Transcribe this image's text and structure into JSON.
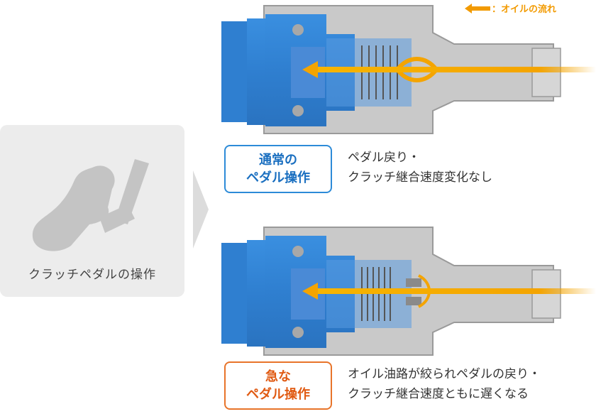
{
  "legend": {
    "label": "：オイルの流れ"
  },
  "left_panel": {
    "label": "クラッチペダルの操作"
  },
  "rows": [
    {
      "badge_line1": "通常の",
      "badge_line2": "ペダル操作",
      "desc_line1": "ペダル戻り・",
      "desc_line2": "クラッチ継合速度変化なし"
    },
    {
      "badge_line1": "急な",
      "badge_line2": "ペダル操作",
      "desc_line1": "オイル油路が絞られペダルの戻り・",
      "desc_line2": "クラッチ継合速度ともに遅くなる"
    }
  ],
  "colors": {
    "flow": "#f29a00",
    "blue_part": "#2f7fd0",
    "body_gray": "#c9c9c9",
    "normal_accent": "#2d8bd8",
    "sudden_accent": "#e8742a",
    "panel": "#ececec"
  }
}
